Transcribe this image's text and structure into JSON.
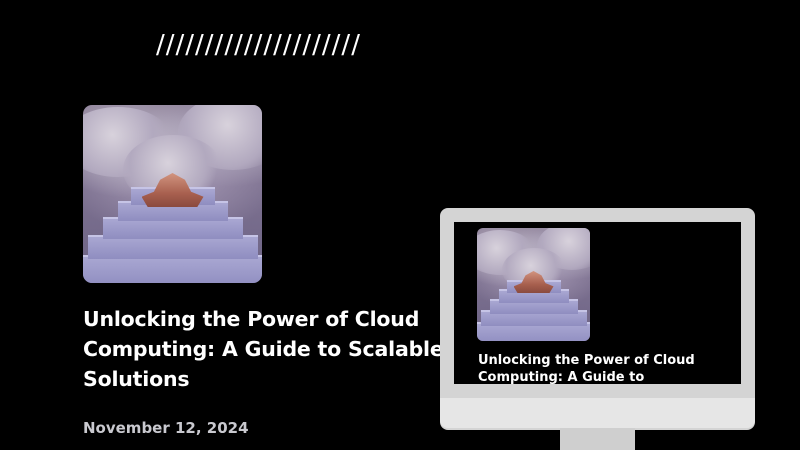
{
  "decoration": {
    "slashes": "/////////////////////"
  },
  "post": {
    "title": "Unlocking the Power of Cloud Computing: A Guide to Scalable Solutions",
    "date": "November 12, 2024"
  },
  "monitor_preview": {
    "title": "Unlocking the Power of Cloud Computing: A Guide to"
  }
}
